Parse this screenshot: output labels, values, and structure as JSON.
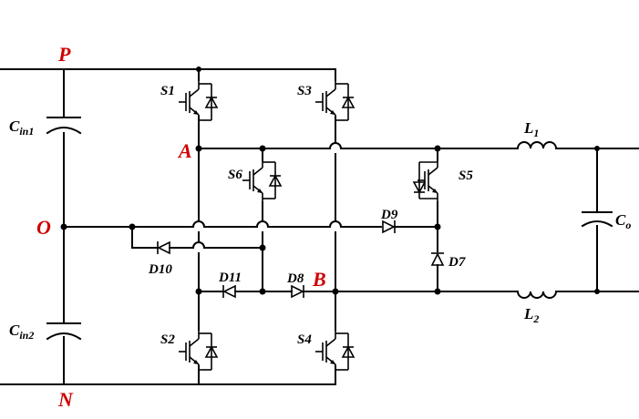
{
  "nodes": {
    "p": "P",
    "n": "N",
    "o": "O",
    "a": "A",
    "b": "B"
  },
  "capacitors": {
    "cin1": {
      "main": "C",
      "sub": "in1"
    },
    "cin2": {
      "main": "C",
      "sub": "in2"
    },
    "co": {
      "main": "C",
      "sub": "o"
    }
  },
  "inductors": {
    "l1": {
      "main": "L",
      "sub": "1"
    },
    "l2": {
      "main": "L",
      "sub": "2"
    }
  },
  "switches": {
    "s1": "S1",
    "s2": "S2",
    "s3": "S3",
    "s4": "S4",
    "s5": "S5",
    "s6": "S6"
  },
  "diodes": {
    "d7": "D7",
    "d8": "D8",
    "d9": "D9",
    "d10": "D10",
    "d11": "D11"
  },
  "colors": {
    "node_label": "#d00000",
    "wire": "#000000"
  }
}
